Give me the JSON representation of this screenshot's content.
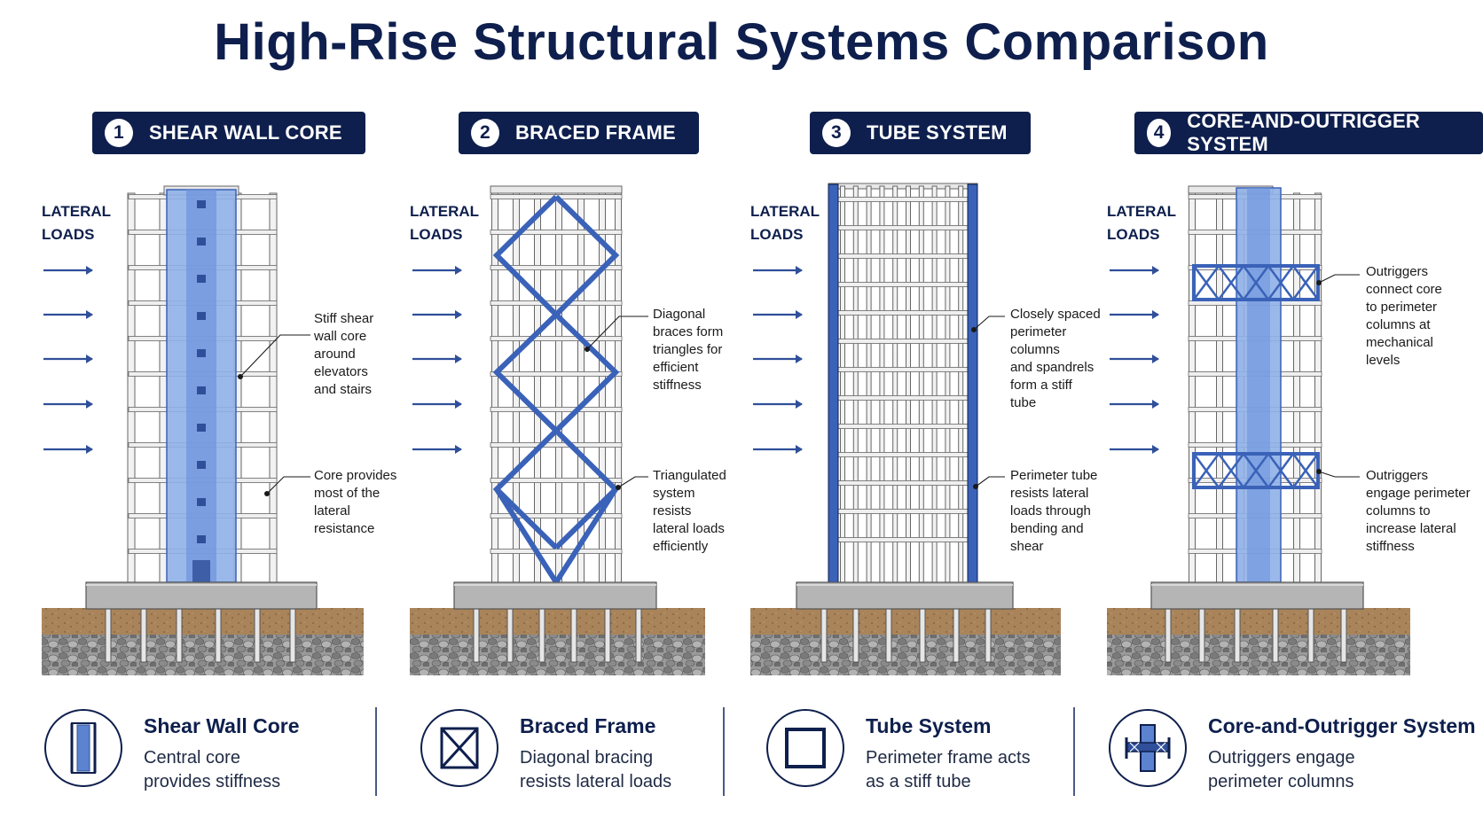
{
  "title": "High-Rise Structural Systems Comparison",
  "colors": {
    "navy": "#0e1f4d",
    "blue": "#3a62b8",
    "lightBlue": "#8fb0e8",
    "soil": "#a9845a",
    "gravel": "#8c8c8c"
  },
  "panels": [
    {
      "number": "1",
      "badge": "SHEAR WALL CORE",
      "lateral": "LATERAL\nLOADS",
      "callouts": [
        "Stiff shear\nwall core\naround\nelevators\nand stairs",
        "Core provides\nmost of the\nlateral\nresistance"
      ]
    },
    {
      "number": "2",
      "badge": "BRACED FRAME",
      "lateral": "LATERAL\nLOADS",
      "callouts": [
        "Diagonal\nbraces form\ntriangles for\nefficient\nstiffness",
        "Triangulated\nsystem\nresists\nlateral loads\nefficiently"
      ]
    },
    {
      "number": "3",
      "badge": "TUBE SYSTEM",
      "lateral": "LATERAL\nLOADS",
      "callouts": [
        "Closely spaced\nperimeter\ncolumns\nand spandrels\nform a stiff\ntube",
        "Perimeter tube\nresists lateral\nloads through\nbending and\nshear"
      ]
    },
    {
      "number": "4",
      "badge": "CORE-AND-OUTRIGGER SYSTEM",
      "lateral": "LATERAL\nLOADS",
      "callouts": [
        "Outriggers\nconnect core\nto perimeter\ncolumns at\nmechanical\nlevels",
        "Outriggers\nengage perimeter\ncolumns to\nincrease lateral\nstiffness"
      ]
    }
  ],
  "cards": [
    {
      "title": "Shear Wall Core",
      "desc": "Central core\nprovides stiffness",
      "icon": "shear-wall-core-icon"
    },
    {
      "title": "Braced Frame",
      "desc": "Diagonal bracing\nresists lateral loads",
      "icon": "braced-frame-icon"
    },
    {
      "title": "Tube System",
      "desc": "Perimeter frame acts\nas a stiff tube",
      "icon": "tube-system-icon"
    },
    {
      "title": "Core-and-Outrigger System",
      "desc": "Outriggers engage\nperimeter columns",
      "icon": "core-outrigger-icon"
    }
  ]
}
